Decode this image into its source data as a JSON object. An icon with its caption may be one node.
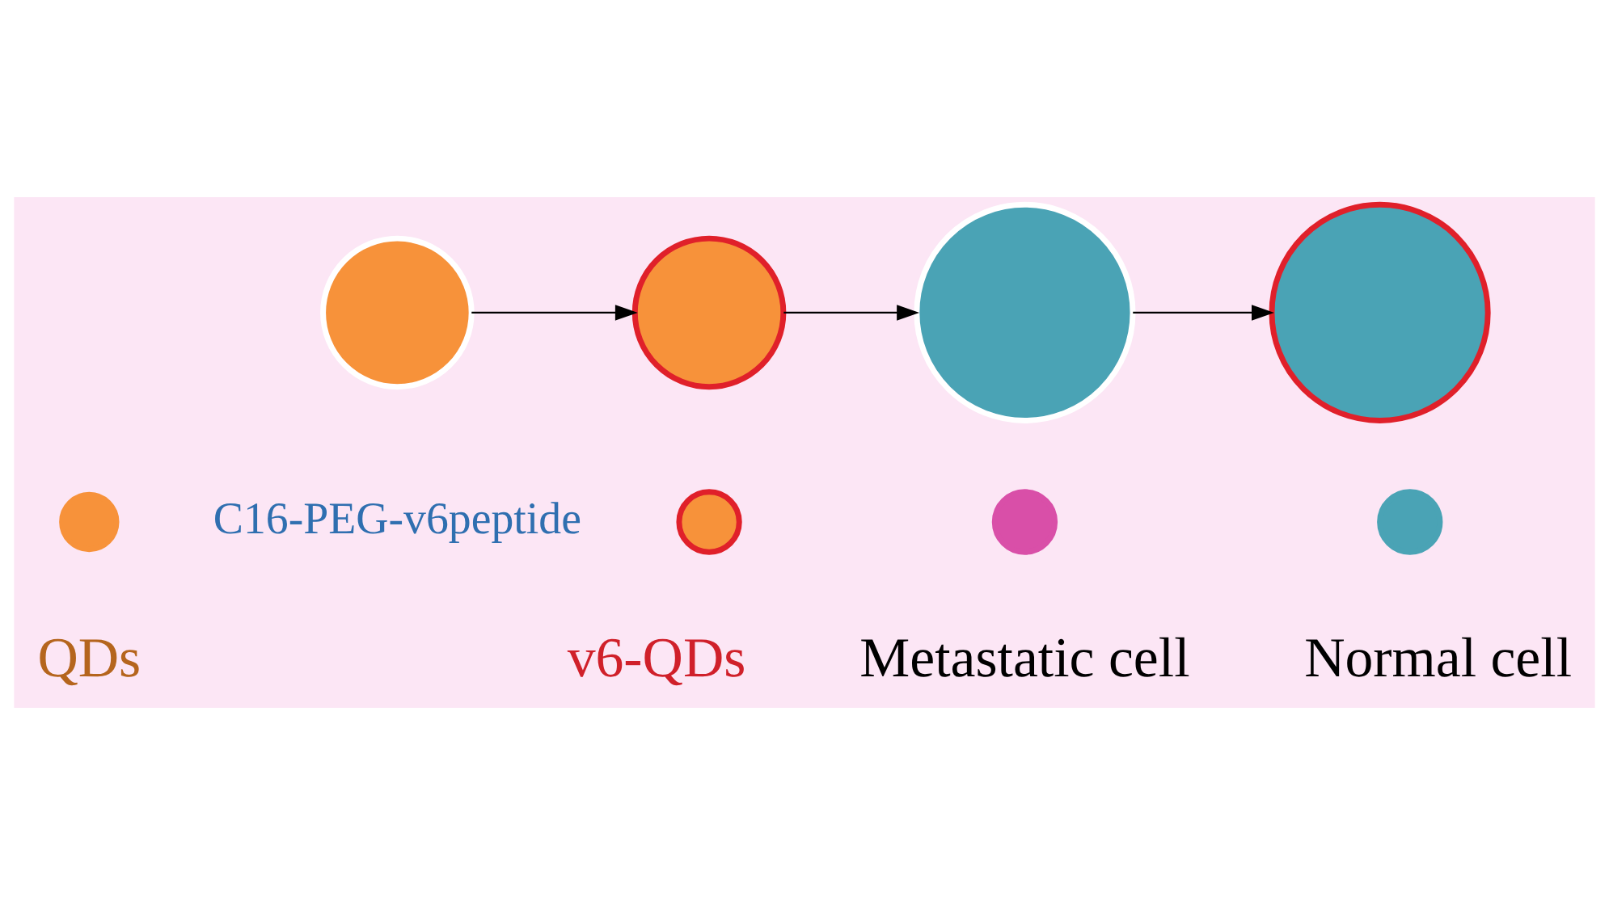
{
  "diagram": {
    "nodes": [
      {
        "text": [],
        "shape": "circle"
      },
      {
        "text": [],
        "shape": "circle"
      },
      {
        "text": [],
        "shape": "circle"
      },
      {
        "text": [],
        "shape": "circle"
      },
      {
        "text": [],
        "shape": "circle"
      },
      {
        "text": [],
        "shape": "circle"
      },
      {
        "text": [],
        "shape": "circle"
      },
      {
        "text": [],
        "shape": "circle"
      }
    ],
    "edges": [
      {
        "from": 0,
        "to": 1,
        "arrow": "to"
      },
      {
        "from": 1,
        "to": 2,
        "arrow": "to"
      },
      {
        "from": 2,
        "to": 3,
        "arrow": "to"
      }
    ],
    "labels": [
      "C16-PEG-v6peptide"
    ],
    "legend": [
      {
        "text": "QDs"
      },
      {
        "text": "v6-QDs"
      },
      {
        "text": "Metastatic cell"
      },
      {
        "text": "Normal cell"
      }
    ]
  }
}
